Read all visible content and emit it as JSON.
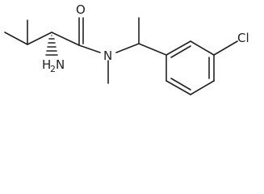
{
  "molecule": {
    "atoms": {
      "oxygen": "O",
      "nitrogen": "N",
      "amine_h": "H",
      "amine_sub": "2",
      "amine_n": "N",
      "chlorine": "Cl"
    }
  }
}
